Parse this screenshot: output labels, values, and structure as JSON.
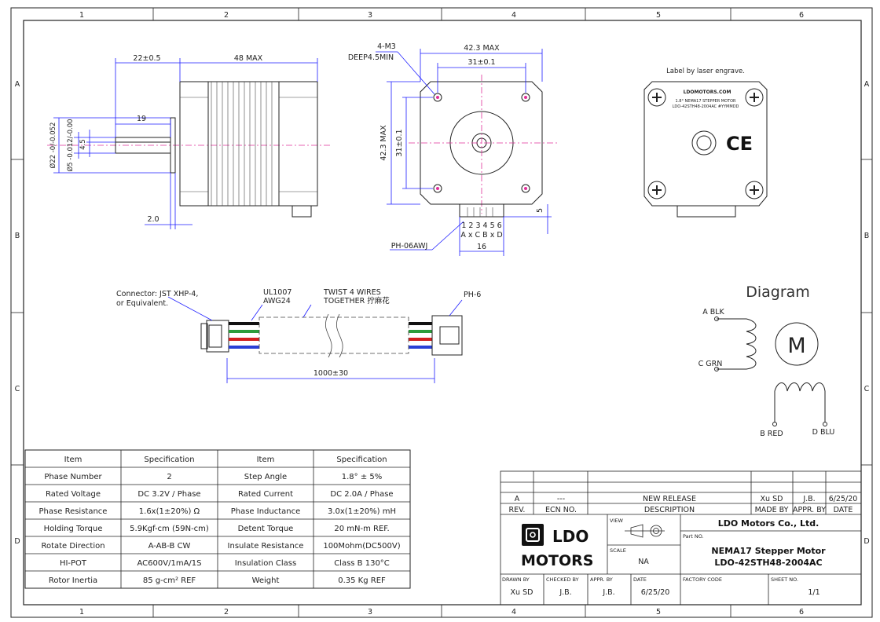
{
  "border": {
    "cols": [
      "1",
      "2",
      "3",
      "4",
      "5",
      "6"
    ],
    "rows": [
      "A",
      "B",
      "C",
      "D"
    ]
  },
  "side_view": {
    "dim_shaft_len": "22±0.5",
    "dim_body_len": "48 MAX",
    "dim_flat_len": "19",
    "dim_shaft_dia": "Ø5 -0.012/-0.00",
    "dim_pilot_dia": "Ø22 -0/-0.052",
    "dim_flat": "4.5",
    "dim_flange": "2.0"
  },
  "front_view": {
    "holes_label": "4-M3",
    "holes_depth": "DEEP4.5MIN",
    "dim_width": "42.3 MAX",
    "dim_pitch_h": "31±0.1",
    "dim_height": "42.3 MAX",
    "dim_pitch_v": "31±0.1",
    "dim_connector_offset": "5",
    "pin_numbers": "1 2 3 4 5 6",
    "pin_letters": "A x C B x D",
    "connector_label": "PH-06AWJ",
    "dim_connector_width": "16"
  },
  "label_view": {
    "caption": "Label by laser engrave.",
    "brand": "LDOMOTORS.COM",
    "line1": "1.8° NEMA17 STEPPER MOTOR",
    "line2": "LDO-42STH48-2004AC  #YYMMDD",
    "ce": "CE"
  },
  "cable": {
    "connector_left": "Connector: JST XHP-4,",
    "connector_left2": "or Equivalent.",
    "wire_type": "UL1007",
    "wire_gauge": "AWG24",
    "twist": "TWIST 4 WIRES",
    "twist2": "TOGETHER 拧麻花",
    "connector_right": "PH-6",
    "length": "1000±30",
    "wire_colors": [
      "#111111",
      "#2d9c3c",
      "#d21f1f",
      "#2a3fd6"
    ]
  },
  "diagram": {
    "title": "Diagram",
    "a": "A BLK",
    "c": "C GRN",
    "b": "B RED",
    "d": "D BLU",
    "motor": "M"
  },
  "spec_table": {
    "headers": [
      "Item",
      "Specification",
      "Item",
      "Specification"
    ],
    "rows": [
      [
        "Phase Number",
        "2",
        "Step Angle",
        "1.8° ± 5%"
      ],
      [
        "Rated Voltage",
        "DC 3.2V / Phase",
        "Rated Current",
        "DC 2.0A / Phase"
      ],
      [
        "Phase Resistance",
        "1.6x(1±20%) Ω",
        "Phase Inductance",
        "3.0x(1±20%) mH"
      ],
      [
        "Holding Torque",
        "5.9Kgf-cm (59N-cm)",
        "Detent Torque",
        "20 mN-m REF."
      ],
      [
        "Rotate Direction",
        "A-AB-B CW",
        "Insulate Resistance",
        "100Mohm(DC500V)"
      ],
      [
        "HI-POT",
        "AC600V/1mA/1S",
        "Insulation Class",
        "Class B 130°C"
      ],
      [
        "Rotor Inertia",
        "85 g-cm² REF",
        "Weight",
        "0.35 Kg REF"
      ]
    ]
  },
  "revision": {
    "rev": "A",
    "ecn": "---",
    "description": "NEW RELEASE",
    "made_by": "Xu SD",
    "appr_by": "J.B.",
    "date": "6/25/20",
    "h_rev": "REV.",
    "h_ecn": "ECN NO.",
    "h_desc": "DESCRIPTION",
    "h_made": "MADE BY",
    "h_appr": "APPR. BY",
    "h_date": "DATE"
  },
  "title_block": {
    "logo_line1": "LDO",
    "logo_line2": "MOTORS",
    "view_label": "VIEW",
    "scale_label": "SCALE",
    "scale": "NA",
    "company": "LDO Motors Co., Ltd.",
    "partno_label": "Part NO.",
    "part_name": "NEMA17 Stepper Motor",
    "part_number": "LDO-42STH48-2004AC",
    "drawn_by_label": "DRAWN BY",
    "drawn_by": "Xu SD",
    "checked_by_label": "CHECKED BY",
    "checked_by": "J.B.",
    "appr_by_label": "APPR. BY",
    "appr_by": "J.B.",
    "date_label": "DATE",
    "date": "6/25/20",
    "factory_code_label": "FACTORY CODE",
    "sheet_label": "SHEET NO.",
    "sheet": "1/1"
  }
}
